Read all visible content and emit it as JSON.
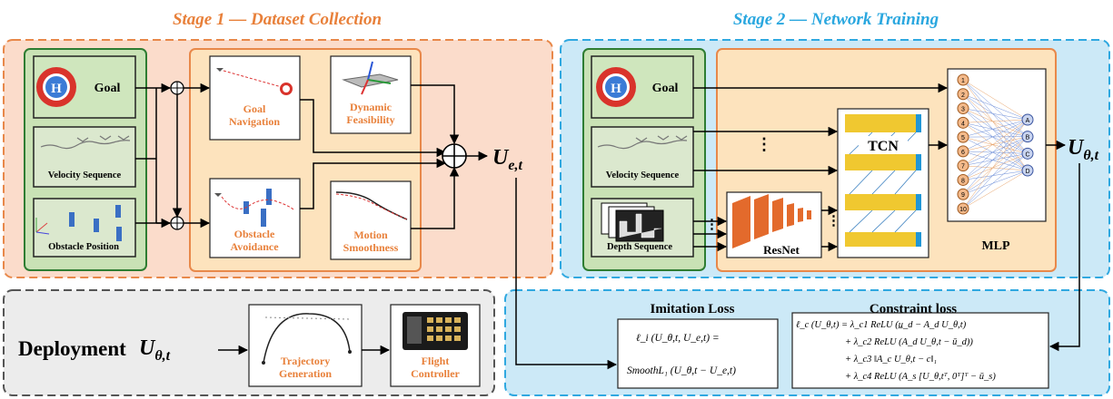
{
  "stage1": {
    "title": "Stage 1 — Dataset Collection"
  },
  "stage2": {
    "title": "Stage 2 — Network Training"
  },
  "inputs": {
    "goal": "Goal",
    "velocity": "Velocity Sequence",
    "obstacle": "Obstacle Position",
    "depth": "Depth Sequence",
    "goal_icon_letter": "H"
  },
  "constraints": {
    "goal_nav_1": "Goal",
    "goal_nav_2": "Navigation",
    "dyn_1": "Dynamic",
    "dyn_2": "Feasibility",
    "obs_1": "Obstacle",
    "obs_2": "Avoidance",
    "motion_1": "Motion",
    "motion_2": "Smoothness"
  },
  "outputs": {
    "label_e_main": "U",
    "label_e_sub": "e,t",
    "label_theta_main": "U",
    "label_theta_sub": "θ,t"
  },
  "network": {
    "tcn": "TCN",
    "resnet": "ResNet",
    "mlp": "MLP",
    "dots": "⋮",
    "mlp_inputs": [
      "1",
      "2",
      "3",
      "4",
      "5",
      "6",
      "7",
      "8",
      "9",
      "10"
    ],
    "mlp_outputs": [
      "A",
      "B",
      "C",
      "D"
    ]
  },
  "losses": {
    "imitation_title": "Imitation Loss",
    "imitation_eq_1": "ℓ_i (U_θ,t, U_e,t) =",
    "imitation_eq_2": "SmoothL₁ (U_θ,t − U_e,t)",
    "constraint_title": "Constraint loss",
    "constraint_eq_1": "ℓ_c (U_θ,t) = λ_c1 ReLU (u̲_d − A_d U_θ,t)",
    "constraint_eq_2": "+ λ_c2 ReLU (A_d U_θ,t − ū_d))",
    "constraint_eq_3": "+ λ_c3 ‖A_c U_θ,t − c‖₁",
    "constraint_eq_4": "+ λ_c4 ReLU (A_s [U_θ,tᵀ, 0ᵀ]ᵀ − ū_s)"
  },
  "deployment": {
    "title": "Deployment",
    "traj_1": "Trajectory",
    "traj_2": "Generation",
    "fc_1": "Flight",
    "fc_2": "Controller"
  },
  "colors": {
    "stage1_border": "#e8884a",
    "stage1_bg": "#fbdccb",
    "stage2_border": "#2fa8e0",
    "stage2_bg": "#cce9f7",
    "green_panel": "#c9e2b5",
    "green_border": "#2e7d32",
    "orange_panel": "#fde3bd",
    "stage1_title": "#e8803a",
    "stage2_title": "#2aa7df",
    "orange_text": "#e8803a"
  }
}
